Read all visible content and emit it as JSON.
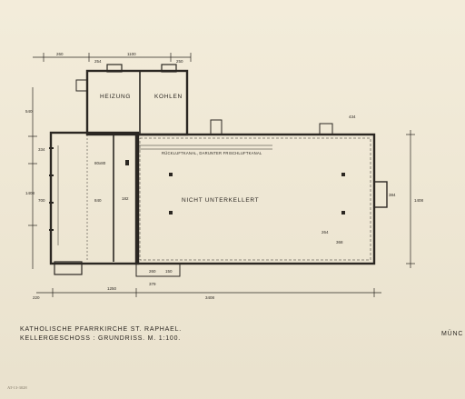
{
  "drawing": {
    "rooms": {
      "heizung": "HEIZUNG",
      "kohlen": "KOHLEN",
      "nicht_unterkellert": "NICHT UNTERKELLERT"
    },
    "notes": {
      "kanal": "RÜCKLUFTKANAL, DARUNTER FRISCHLUFTKANAL"
    },
    "dimensions": {
      "top_260": "260",
      "top_1100": "1100",
      "top_250": "250",
      "top_254": "254",
      "left_540": "540",
      "left_334": "334",
      "left_1408": "1408",
      "left_700": "700",
      "right_1408": "1408",
      "right_384": "384",
      "right_434": "434",
      "bottom_220": "220",
      "bottom_1250": "1250",
      "bottom_3408": "3408",
      "bottom_379": "379",
      "small_260": "260",
      "small_150": "150",
      "inner_80x80": "80x80",
      "inner_840": "840",
      "inner_182": "182",
      "inner_264": "264",
      "inner_368": "368"
    },
    "caption": {
      "line1": "KATHOLISCHE PFARRKIRCHE ST. RAPHAEL.",
      "line2": "KELLERGESCHOSS : GRUNDRISS. M. 1:100."
    },
    "city": "MÜNC",
    "stamp": "AT-13-3028"
  }
}
